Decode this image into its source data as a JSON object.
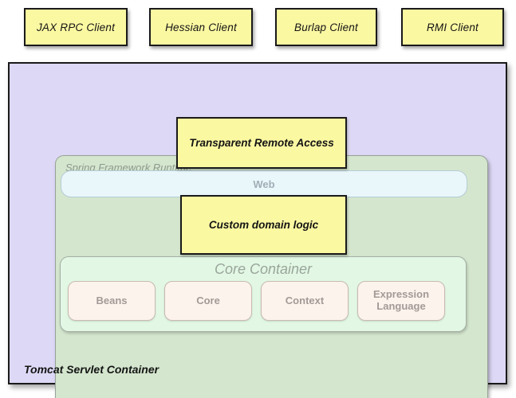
{
  "diagram": {
    "clients": [
      {
        "label": "JAX RPC Client"
      },
      {
        "label": "Hessian Client"
      },
      {
        "label": "Burlap Client"
      },
      {
        "label": "RMI Client"
      }
    ],
    "tomcat_container": {
      "label": "Tomcat Servlet Container"
    },
    "spring_runtime": {
      "label": "Spring Framework Runtime"
    },
    "transparent_remote_access": {
      "label": "Transparent Remote Access"
    },
    "web_layer": {
      "label": "Web"
    },
    "custom_domain_logic": {
      "label": "Custom domain logic"
    },
    "core_container": {
      "label": "Core Container",
      "modules": [
        {
          "label": "Beans"
        },
        {
          "label": "Core"
        },
        {
          "label": "Context"
        },
        {
          "label": "Expression Language"
        }
      ]
    }
  },
  "colors": {
    "client_fill": "#FBF8A2",
    "tomcat_fill": "#DDD8F5",
    "runtime_fill": "#D4E6CE",
    "web_fill": "#E9F7FB",
    "core_fill": "#E2F8E5",
    "module_fill": "#FCF3EC",
    "box_border": "#1A1A1A",
    "runtime_border": "#98A298",
    "web_border": "#B6CDD5",
    "module_border": "#C9BAB2",
    "gray_text": "#9AA59A"
  }
}
